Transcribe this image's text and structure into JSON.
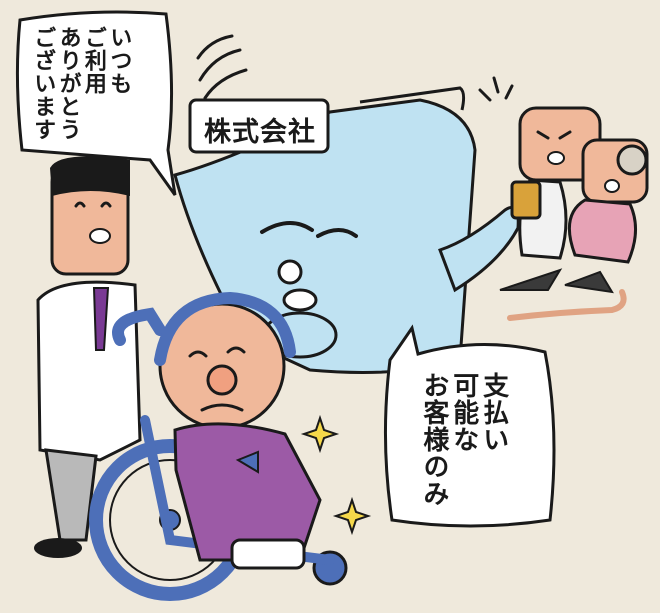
{
  "speech_left": {
    "lines": [
      "いつも",
      "ご利用",
      "ありがとう",
      "ございます"
    ]
  },
  "sign": {
    "text": "株式会社"
  },
  "speech_right": {
    "lines": [
      "支払い",
      "可能な",
      "お客様のみ"
    ]
  },
  "colors": {
    "background": "#efe9dc",
    "company_body": "#bfe2f2",
    "wheelchair_blue": "#4d6fb8",
    "elder_robe": "#9c5aa6",
    "skin": "#f0b89a",
    "outline": "#1a1a1a"
  }
}
